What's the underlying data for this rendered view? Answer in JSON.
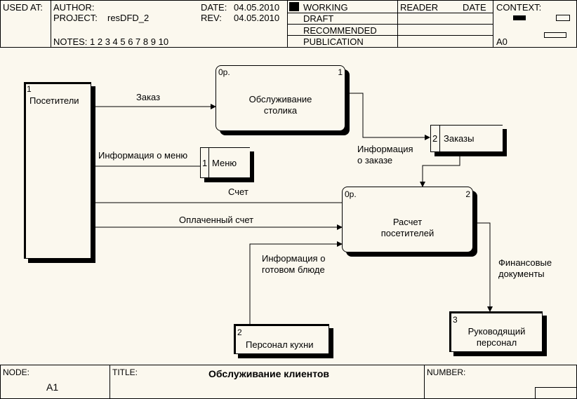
{
  "header": {
    "used_at": "USED AT:",
    "author": "AUTHOR:",
    "project_label": "PROJECT:",
    "project_name": "resDFD_2",
    "date_label": "DATE:",
    "date": "04.05.2010",
    "rev_label": "REV:",
    "rev": "04.05.2010",
    "notes": "NOTES:  1  2  3  4  5  6  7  8  9  10",
    "status": [
      "WORKING",
      "DRAFT",
      "RECOMMENDED",
      "PUBLICATION"
    ],
    "reader": "READER",
    "reader_date": "DATE",
    "context": "CONTEXT:",
    "context_node": "A0"
  },
  "diagram": {
    "external_visitors": {
      "num": "1",
      "label": "Посетители"
    },
    "process_service": {
      "prefix": "0р.",
      "num": "1",
      "label_line1": "Обслуживание",
      "label_line2": "столика"
    },
    "store_orders": {
      "num": "2",
      "label": "Заказы"
    },
    "store_menu": {
      "num": "1",
      "label": "Меню"
    },
    "process_billing": {
      "prefix": "0р.",
      "num": "2",
      "label_line1": "Расчет",
      "label_line2": "посетителей"
    },
    "external_kitchen": {
      "num": "2",
      "label": "Персонал кухни"
    },
    "external_management": {
      "num": "3",
      "label_line1": "Руководящий",
      "label_line2": "персонал"
    },
    "flows": {
      "order": "Заказ",
      "order_info_line1": "Информация",
      "order_info_line2": "о заказе",
      "menu_info": "Информация о меню",
      "bill": "Счет",
      "paid_bill": "Оплаченный счет",
      "dish_info_line1": "Информация о",
      "dish_info_line2": "готовом блюде",
      "finance_line1": "Финансовые",
      "finance_line2": "документы"
    }
  },
  "footer": {
    "node_label": "NODE:",
    "node": "A1",
    "title_label": "TITLE:",
    "title": "Обслуживание клиентов",
    "number_label": "NUMBER:"
  }
}
